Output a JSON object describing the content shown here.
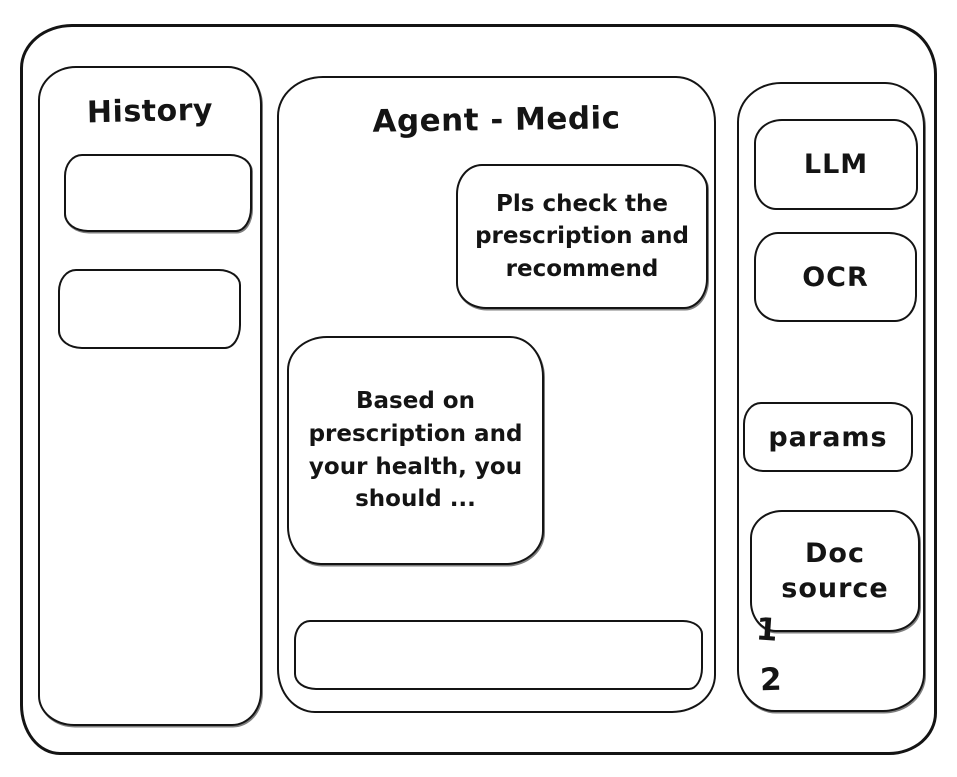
{
  "colors": {
    "ink": "#141414",
    "background": "#ffffff"
  },
  "history_panel": {
    "title": "History",
    "items": [
      {
        "label": ""
      },
      {
        "label": ""
      }
    ]
  },
  "chat_panel": {
    "title": "Agent - Medic",
    "messages": [
      {
        "role": "user",
        "text": "Pls check the prescription and recommend"
      },
      {
        "role": "assistant",
        "text": "Based on prescription and your health, you should ..."
      }
    ],
    "input": {
      "value": "",
      "placeholder": ""
    }
  },
  "tools_panel": {
    "buttons": [
      {
        "label": "LLM"
      },
      {
        "label": "OCR"
      },
      {
        "label": "params"
      },
      {
        "label": "Doc source"
      }
    ],
    "doc_source_items": [
      "1",
      "2"
    ]
  }
}
